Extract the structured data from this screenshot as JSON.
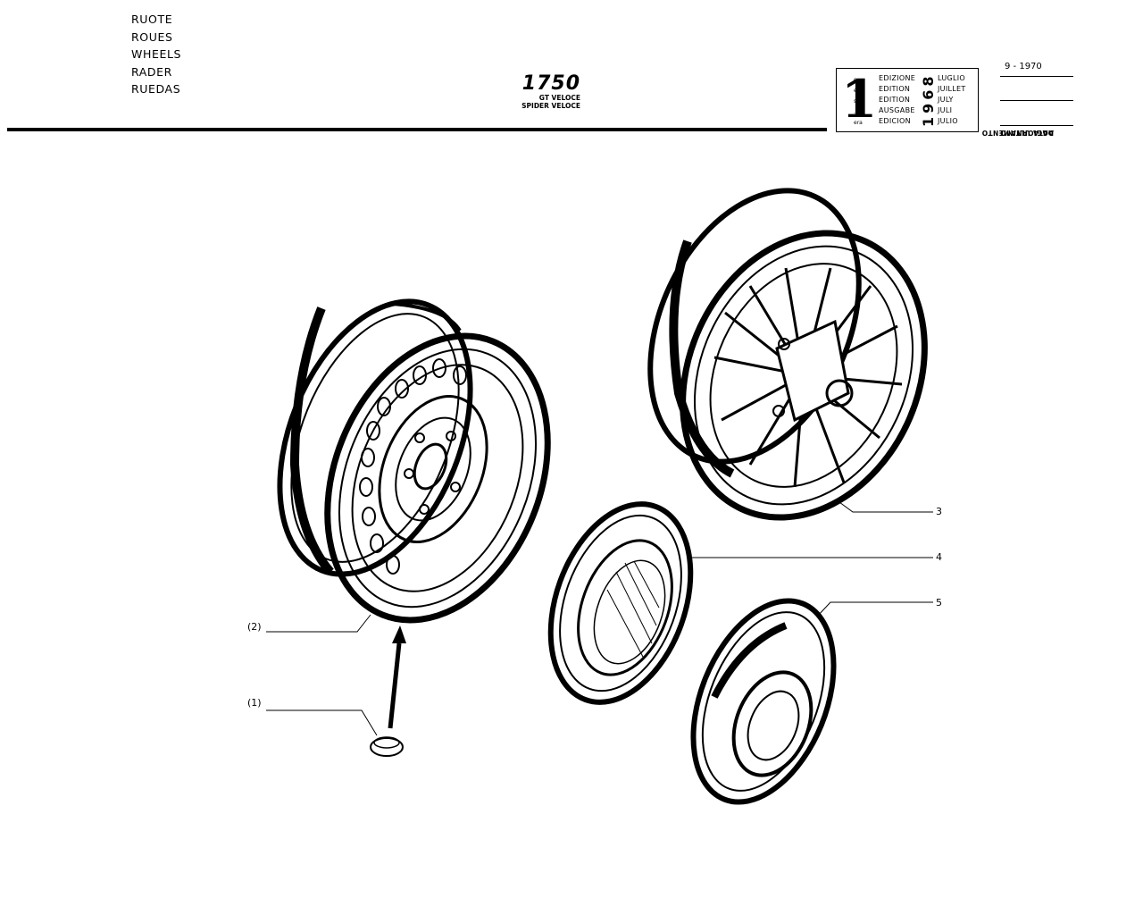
{
  "header": {
    "section_titles": [
      "RUOTE",
      "ROUES",
      "WHEELS",
      "RADER",
      "RUEDAS"
    ],
    "model": "1750",
    "variants": [
      "GT VELOCE",
      "SPIDER VELOCE"
    ]
  },
  "edition": {
    "number": "1",
    "suffixes": [
      "e",
      "ere",
      "st",
      ".",
      "era"
    ],
    "labels": [
      "EDIZIONE",
      "EDITION",
      "EDITION",
      "AUSGABE",
      "EDICION"
    ],
    "months": [
      "LUGLIO",
      "JUILLET",
      "JULY",
      "JULI",
      "JULIO"
    ],
    "year": "1968"
  },
  "last_update": {
    "label_line1": "DATA ULTIMO",
    "label_line2": "AGGIORNAMENTO",
    "date": "9 - 1970"
  },
  "callouts": [
    "(1)",
    "(2)",
    "3",
    "4",
    "5"
  ]
}
